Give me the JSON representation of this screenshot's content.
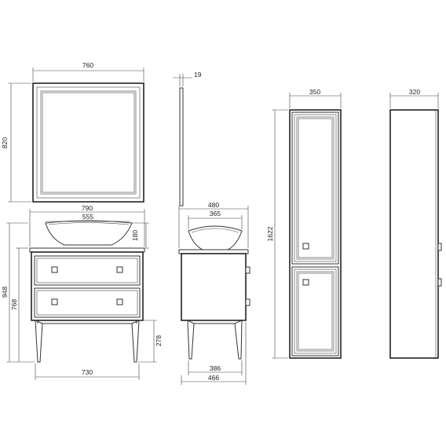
{
  "dimensions": {
    "mirror_width": "760",
    "mirror_height": "820",
    "mirror_depth": "19",
    "vanity_top_width": "790",
    "sink_width": "555",
    "sink_height": "180",
    "total_height": "948",
    "cabinet_height": "768",
    "leg_height": "278",
    "leg_span_front": "730",
    "side_depth": "480",
    "sink_depth": "365",
    "leg_span_side": "386",
    "side_total_depth": "466",
    "column_width": "350",
    "column_height": "1622",
    "column_depth": "320"
  },
  "colors": {
    "line": "#333333",
    "background": "#ffffff"
  }
}
